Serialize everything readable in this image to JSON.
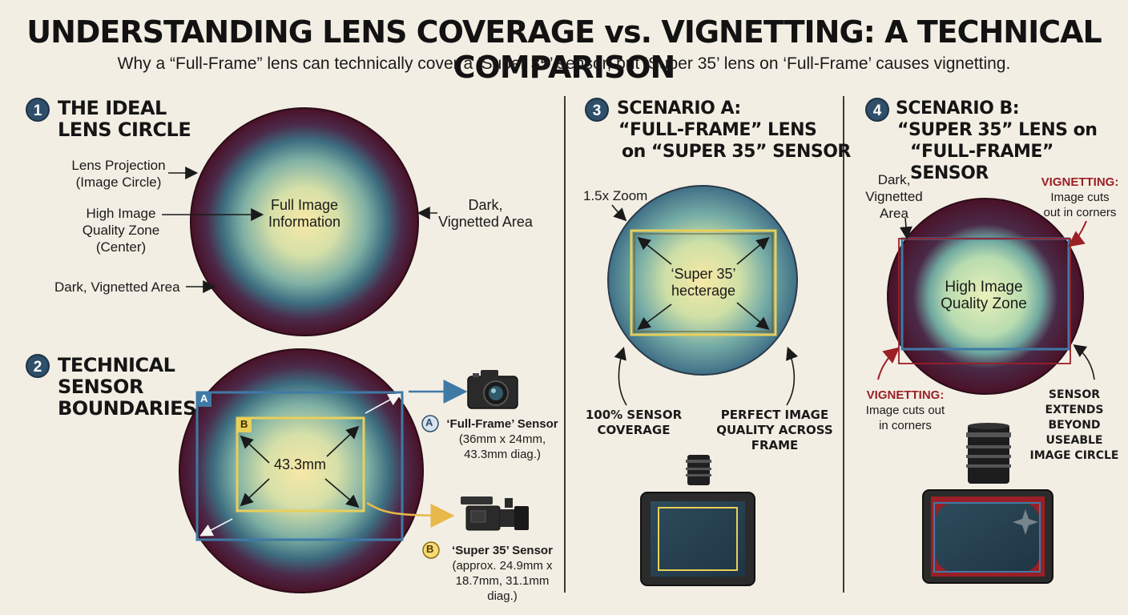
{
  "header": {
    "title": "UNDERSTANDING LENS COVERAGE vs. VIGNETTING: A TECHNICAL COMPARISON",
    "subtitle": "Why a “Full-Frame” lens can technically cover a ‘Super 35’ sensor, but ‘Super 35’ lens on ‘Full-Frame’ causes vignetting."
  },
  "colors": {
    "background": "#f3eee3",
    "circle_center": "#f6e6a4",
    "circle_mid": "#5f9a98",
    "circle_edge": "#4a1127",
    "badge": "#2f4f6a",
    "vignetting_red": "#9a1f27",
    "sensor_a_blue": "#3f7aa6",
    "sensor_b_yellow": "#e8cf5a"
  },
  "section1": {
    "number": "1",
    "title_line1": "THE IDEAL",
    "title_line2": "LENS CIRCLE",
    "lens_projection_1": "Lens Projection",
    "lens_projection_2": "(Image Circle)",
    "high_quality_1": "High Image",
    "high_quality_2": "Quality Zone",
    "high_quality_3": "(Center)",
    "dark_left": "Dark, Vignetted Area",
    "center_1": "Full Image",
    "center_2": "Information",
    "dark_right_1": "Dark,",
    "dark_right_2": "Vignetted Area"
  },
  "section2": {
    "number": "2",
    "title_line1": "TECHNICAL",
    "title_line2": "SENSOR",
    "title_line3": "BOUNDARIES",
    "tag_a": "A",
    "tag_b": "B",
    "diag": "43.3mm",
    "sensor_a_name": "‘Full-Frame’ Sensor",
    "sensor_a_spec1": "(36mm x 24mm,",
    "sensor_a_spec2": "43.3mm diag.)",
    "sensor_b_name": "‘Super 35’ Sensor",
    "sensor_b_spec1": "(approx. 24.9mm x",
    "sensor_b_spec2": "18.7mm, 31.1mm",
    "sensor_b_spec3": "diag.)",
    "camera_a_icon": "dslr-camera-icon",
    "camera_b_icon": "cinema-camera-icon"
  },
  "section3": {
    "number": "3",
    "title_line1": "SCENARIO A:",
    "title_line2": "“FULL-FRAME” LENS",
    "title_line3": "on “SUPER 35” SENSOR",
    "zoom": "1.5x Zoom",
    "rect_1": "‘Super 35’",
    "rect_2": "hecterage",
    "coverage_1": "100% SENSOR",
    "coverage_2": "COVERAGE",
    "quality_1": "PERFECT IMAGE",
    "quality_2": "QUALITY ACROSS",
    "quality_3": "FRAME"
  },
  "section4": {
    "number": "4",
    "title_line1": "SCENARIO B:",
    "title_line2": "“SUPER 35” LENS on",
    "title_line3": "“FULL-FRAME” SENSOR",
    "dark_1": "Dark,",
    "dark_2": "Vignetted",
    "dark_3": "Area",
    "vig_top_title": "VIGNETTING:",
    "vig_top_1": "Image cuts",
    "vig_top_2": "out in corners",
    "center_1": "High Image",
    "center_2": "Quality Zone",
    "vig_bottom_title": "VIGNETTING:",
    "vig_bottom_1": "Image cuts out",
    "vig_bottom_2": "in corners",
    "sensor_1": "SENSOR",
    "sensor_2": "EXTENDS",
    "sensor_3": "BEYOND USEABLE",
    "sensor_4": "IMAGE CIRCLE"
  }
}
